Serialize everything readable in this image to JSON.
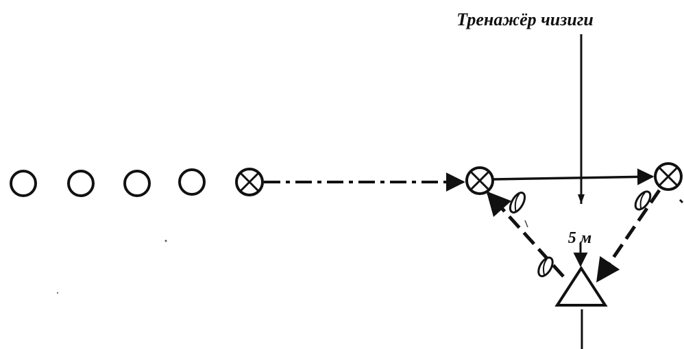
{
  "diagram": {
    "title": "Тренажёр чизиги",
    "distance_label": "5 м",
    "players_waiting": 4,
    "colors": {
      "ink": "#111111",
      "background": "#ffffff"
    },
    "icons": {
      "player": "circle-icon",
      "player_with_ball": "crossed-circle-icon",
      "trainer": "triangle-icon",
      "ball": "ball-icon"
    }
  }
}
